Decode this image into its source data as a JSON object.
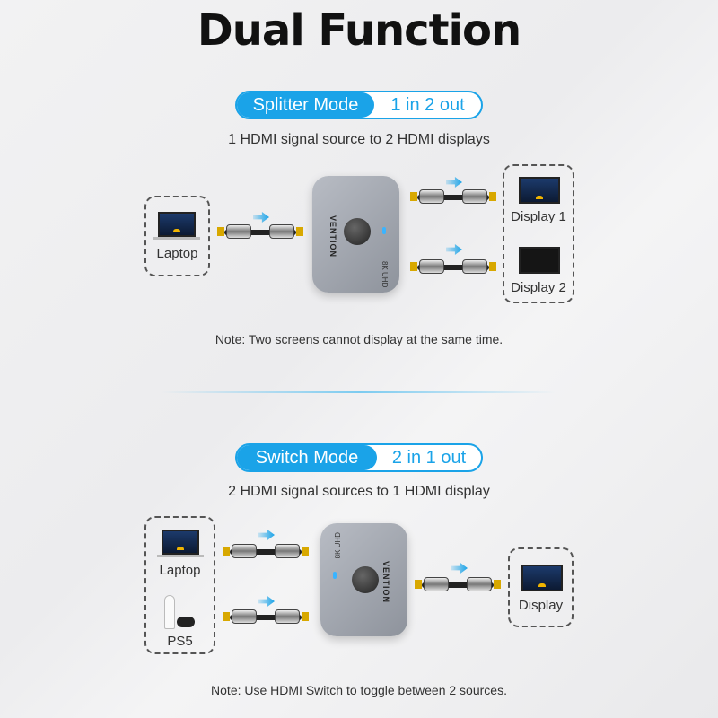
{
  "title": "Dual Function",
  "splitter": {
    "mode": "Splitter Mode",
    "ratio": "1 in 2 out",
    "subtitle": "1 HDMI signal source to 2 HDMI displays",
    "source": "Laptop",
    "outputs": [
      "Display 1",
      "Display 2"
    ],
    "note": "Note: Two screens cannot display at the same time."
  },
  "switch": {
    "mode": "Switch Mode",
    "ratio": "2 in 1 out",
    "subtitle": "2 HDMI signal sources to 1 HDMI display",
    "sources": [
      "Laptop",
      "PS5"
    ],
    "output": "Display",
    "note": "Note: Use HDMI Switch to toggle between 2 sources."
  },
  "device": {
    "brand": "VENTION",
    "spec": "8K UHD"
  },
  "colors": {
    "accent": "#1aa3e8"
  }
}
